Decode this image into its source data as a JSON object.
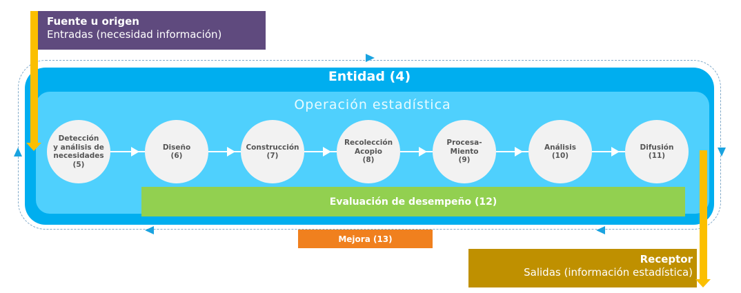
{
  "source": {
    "title": "Fuente u origen",
    "subtitle": "Entradas (necesidad información)"
  },
  "entity": {
    "title": "Entidad (4)"
  },
  "operation": {
    "title": "Operación estadística"
  },
  "steps": [
    {
      "label": "Detección\ny análisis de\nnecesidades\n(5)"
    },
    {
      "label": "Diseño\n(6)"
    },
    {
      "label": "Construcción\n(7)"
    },
    {
      "label": "Recolección\nAcopio\n(8)"
    },
    {
      "label": "Procesa-\nMiento\n(9)"
    },
    {
      "label": "Análisis\n(10)"
    },
    {
      "label": "Difusión\n(11)"
    }
  ],
  "evaluation": "Evaluación de desempeño (12)",
  "improvement": "Mejora (13)",
  "receptor": {
    "title": "Receptor",
    "subtitle": "Salidas (información estadística)"
  },
  "colors": {
    "entity": "#00aeef",
    "operation": "#4fd0fd",
    "evaluation": "#92d050",
    "improvement": "#f0801e",
    "source": "#5f4a7e",
    "receptor": "#bf9000",
    "flow_arrow": "#fbbf00"
  }
}
